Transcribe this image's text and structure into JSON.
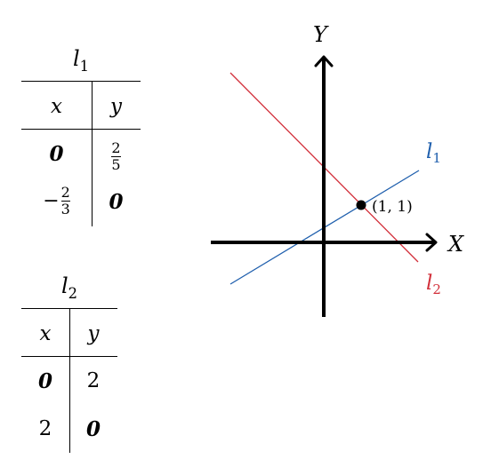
{
  "table1": {
    "title": "l",
    "title_sub": "1",
    "headers": [
      "x",
      "y"
    ],
    "rows": [
      {
        "x": "0",
        "y_num": "2",
        "y_den": "5"
      },
      {
        "x_sign": "−",
        "x_num": "2",
        "x_den": "3",
        "y": "0"
      }
    ]
  },
  "table2": {
    "title": "l",
    "title_sub": "2",
    "headers": [
      "x",
      "y"
    ],
    "rows": [
      {
        "x": "0",
        "y": "2"
      },
      {
        "x": "2",
        "y": "0"
      }
    ]
  },
  "graph": {
    "x_axis_label": "X",
    "y_axis_label": "Y",
    "line1": {
      "label": "l",
      "label_sub": "1",
      "color": "#1f5fad"
    },
    "line2": {
      "label": "l",
      "label_sub": "2",
      "color": "#d22f3a"
    },
    "intersection_label": "(1, 1)"
  }
}
